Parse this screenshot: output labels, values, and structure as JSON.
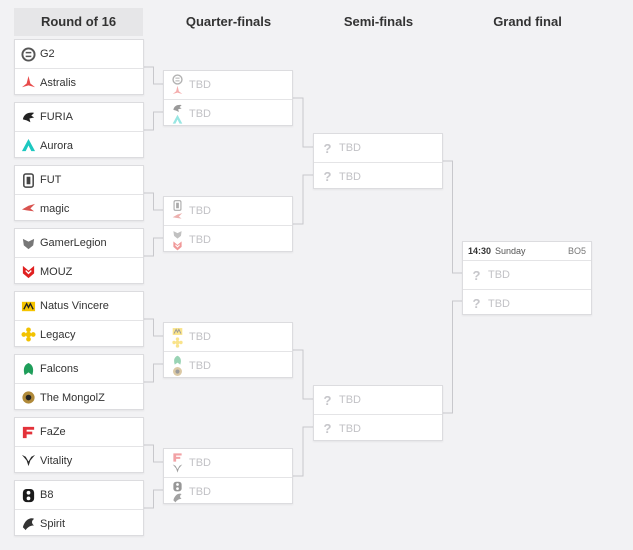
{
  "columns": [
    "Round of 16",
    "Quarter-finals",
    "Semi-finals",
    "Grand final"
  ],
  "tbd": "TBD",
  "r16": [
    [
      {
        "name": "G2",
        "icon": "g2-logo-icon",
        "color": "#555555"
      },
      {
        "name": "Astralis",
        "icon": "astralis-logo-icon",
        "color": "#e84a4a"
      }
    ],
    [
      {
        "name": "FURIA",
        "icon": "furia-logo-icon",
        "color": "#222222"
      },
      {
        "name": "Aurora",
        "icon": "aurora-logo-icon",
        "color": "#1cc8c0"
      }
    ],
    [
      {
        "name": "FUT",
        "icon": "fut-logo-icon",
        "color": "#444444"
      },
      {
        "name": "magic",
        "icon": "magic-logo-icon",
        "color": "#d9534f"
      }
    ],
    [
      {
        "name": "GamerLegion",
        "icon": "gamerlegion-logo-icon",
        "color": "#777777"
      },
      {
        "name": "MOUZ",
        "icon": "mouz-logo-icon",
        "color": "#e02020"
      }
    ],
    [
      {
        "name": "Natus Vincere",
        "icon": "navi-logo-icon",
        "color": "#f5c400"
      },
      {
        "name": "Legacy",
        "icon": "legacy-logo-icon",
        "color": "#f2c200"
      }
    ],
    [
      {
        "name": "Falcons",
        "icon": "falcons-logo-icon",
        "color": "#1f9e5a"
      },
      {
        "name": "The MongolZ",
        "icon": "mongolz-logo-icon",
        "color": "#b08a3a"
      }
    ],
    [
      {
        "name": "FaZe",
        "icon": "faze-logo-icon",
        "color": "#e3323a"
      },
      {
        "name": "Vitality",
        "icon": "vitality-logo-icon",
        "color": "#2a2a2a"
      }
    ],
    [
      {
        "name": "B8",
        "icon": "b8-logo-icon",
        "color": "#1a1a1a"
      },
      {
        "name": "Spirit",
        "icon": "spirit-logo-icon",
        "color": "#333333"
      }
    ]
  ],
  "final": {
    "time": "14:30",
    "day": "Sunday",
    "format": "BO5"
  }
}
